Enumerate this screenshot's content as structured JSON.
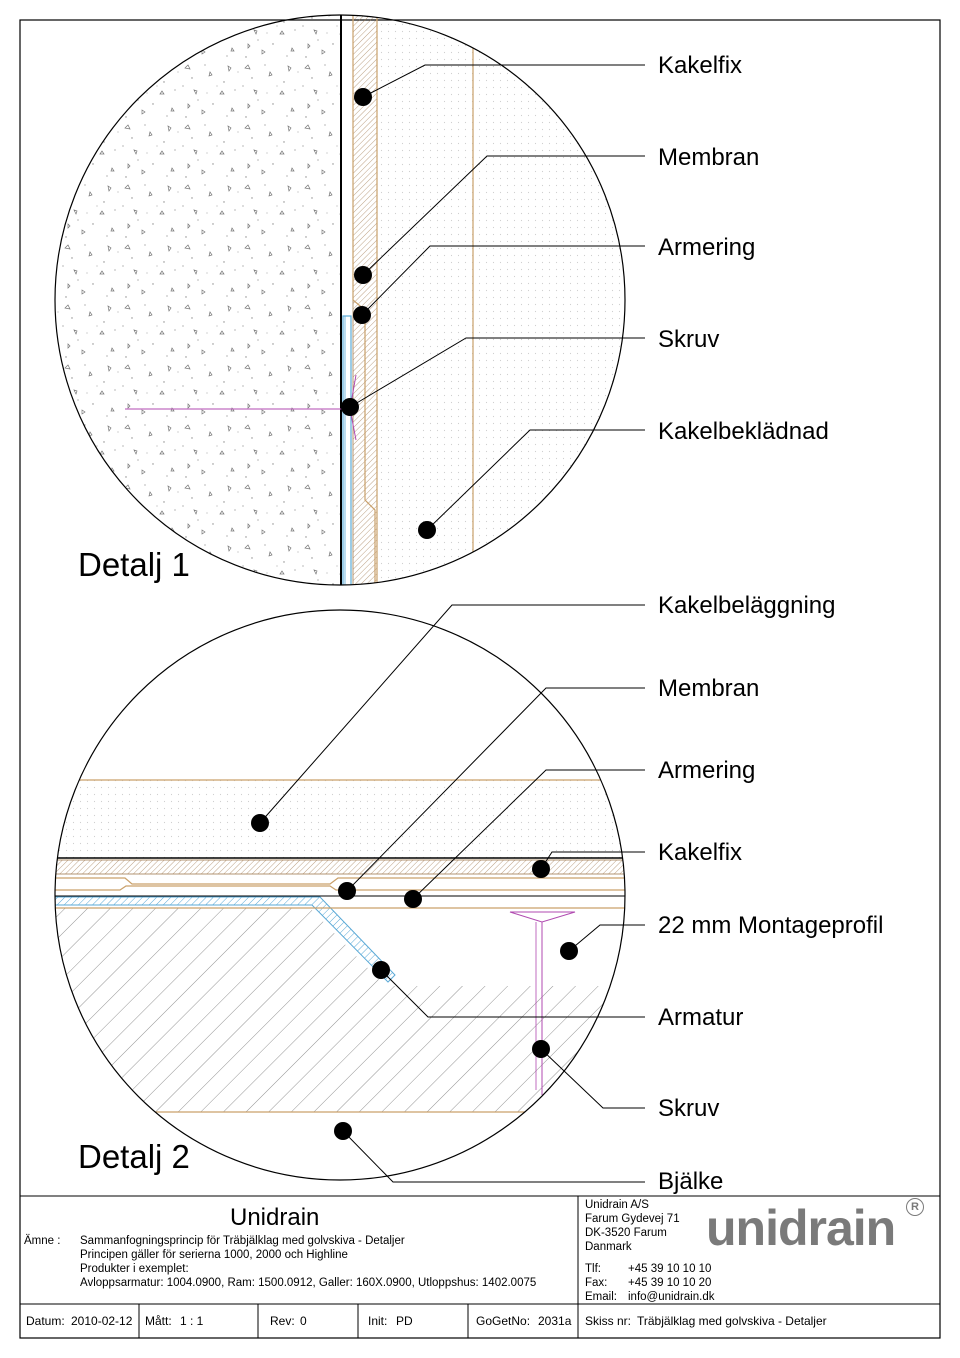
{
  "detail1": {
    "title": "Detalj  1",
    "labels": [
      "Kakelfix",
      "Membran",
      "Armering",
      "Skruv",
      "Kakelbeklädnad"
    ]
  },
  "detail2": {
    "title": "Detalj  2",
    "labels": [
      "Kakelbeläggning",
      "Membran",
      "Armering",
      "Kakelfix",
      "22 mm Montageprofil",
      "Armatur",
      "Skruv",
      "Bjälke"
    ]
  },
  "titleblock": {
    "company_title": "Unidrain",
    "subject_label": "Ämne :",
    "subject_lines": [
      "Sammanfogningsprincip för  Träbjälklag med golvskiva - Detaljer",
      "Principen gäller för serierna 1000, 2000 och Highline",
      "Produkter i exemplet:",
      "Avloppsarmatur: 1004.0900, Ram: 1500.0912, Galler: 160X.0900, Utloppshus: 1402.0075"
    ],
    "address_lines": [
      "Unidrain A/S",
      "Farum Gydevej 71",
      "DK-3520 Farum",
      "Danmark"
    ],
    "tel_label": "Tlf:",
    "tel_value": "+45 39 10 10 10",
    "fax_label": "Fax:",
    "fax_value": "+45 39 10 10 20",
    "email_label": "Email:",
    "email_value": "info@unidrain.dk",
    "logo_text": "unidrain",
    "logo_registered": "R",
    "footer": {
      "datum_label": "Datum:",
      "datum_value": "2010-02-12",
      "matt_label": "Mått:",
      "matt_value": "1 : 1",
      "rev_label": "Rev:",
      "rev_value": "0",
      "init_label": "Init:",
      "init_value": "PD",
      "goget_label": "GoGetNo:",
      "goget_value": "2031a",
      "skiss_label": "Skiss nr:",
      "skiss_value": "Träbjälklag med golvskiva - Detaljer"
    }
  },
  "colors": {
    "timber": "#c9a06a",
    "membrane": "#5aa9d6",
    "profile": "#b04ab0",
    "line": "#000000"
  }
}
